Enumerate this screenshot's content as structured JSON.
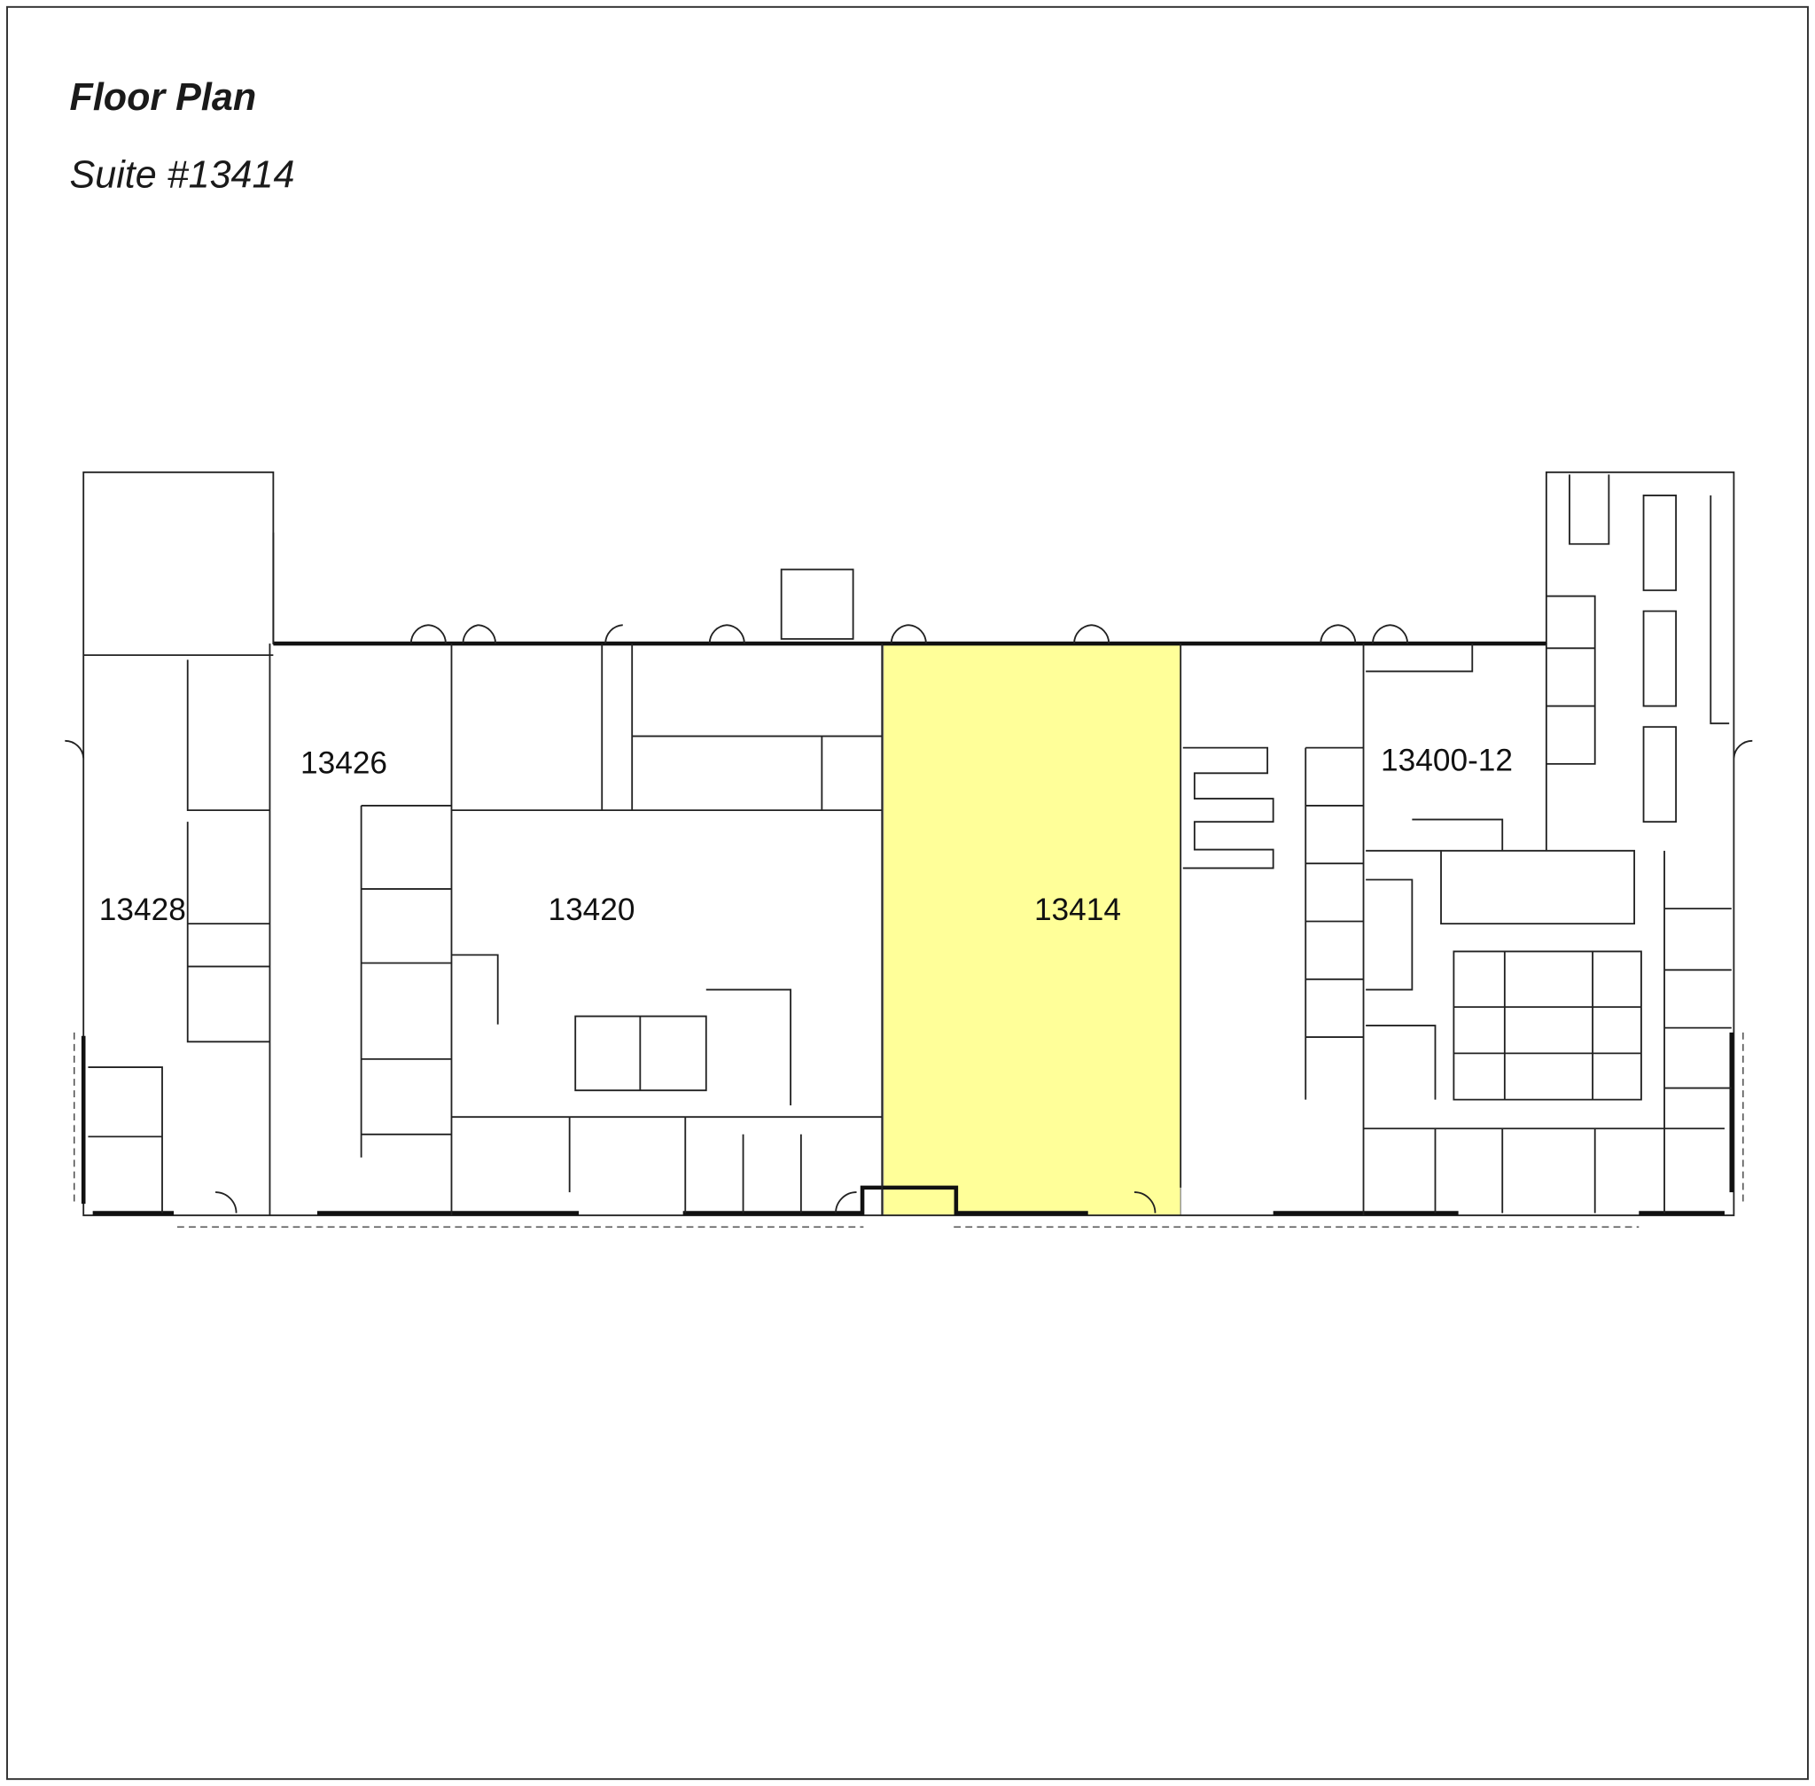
{
  "header": {
    "title": "Floor Plan",
    "subtitle": "Suite #13414"
  },
  "plan": {
    "highlight_color": "#ffff99",
    "suites": [
      {
        "label": "13428"
      },
      {
        "label": "13426"
      },
      {
        "label": "13420"
      },
      {
        "label": "13414",
        "highlighted": true
      },
      {
        "label": "13400-12"
      }
    ]
  }
}
